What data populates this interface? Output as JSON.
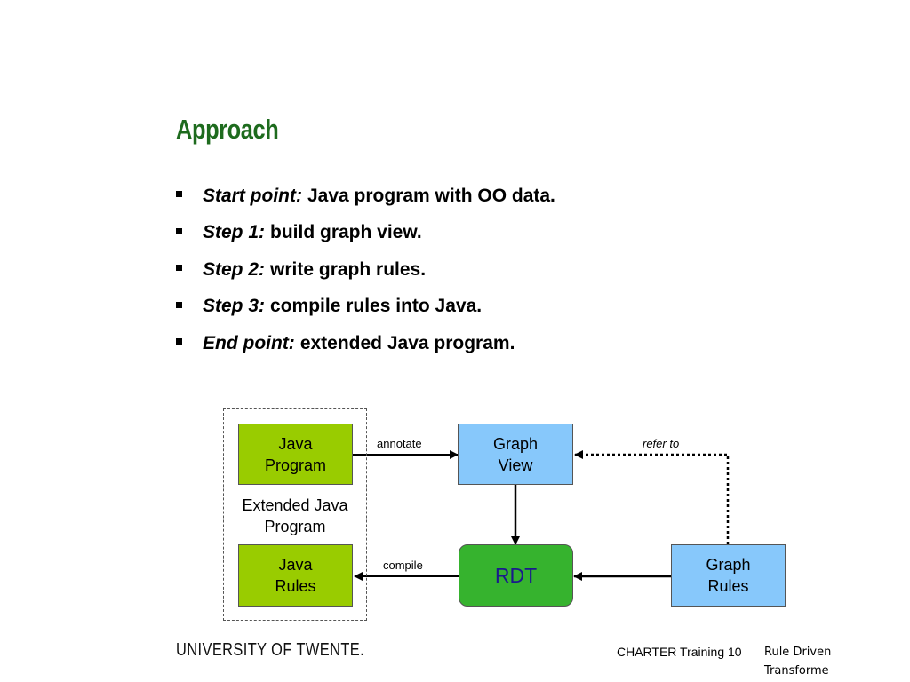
{
  "slide": {
    "title": "Approach",
    "bullets": [
      {
        "lead": "Start point:",
        "text": "Java program with OO data."
      },
      {
        "lead": "Step 1:",
        "text": "build graph view."
      },
      {
        "lead": "Step 2:",
        "text": "write graph rules."
      },
      {
        "lead": "Step 3:",
        "text": "compile rules into Java."
      },
      {
        "lead": "End point:",
        "text": "extended Java program."
      }
    ]
  },
  "diagram": {
    "java_program": "Java\nProgram",
    "group_label": "Extended Java\nProgram",
    "java_rules": "Java\nRules",
    "graph_view": "Graph\nView",
    "rdt": "RDT",
    "graph_rules": "Graph\nRules",
    "edge_annotate": "annotate",
    "edge_compile": "compile",
    "edge_refer_to": "refer to",
    "colors": {
      "green_box": "#99cc00",
      "blue_box": "#87c8fb",
      "rdt_box": "#36b32e",
      "title": "#1e6b1e"
    }
  },
  "footer": {
    "logo_text": "UNIVERSITY OF TWENTE.",
    "center_text": "CHARTER Training 10",
    "right_text": "Rule Driven\nTransforme"
  }
}
